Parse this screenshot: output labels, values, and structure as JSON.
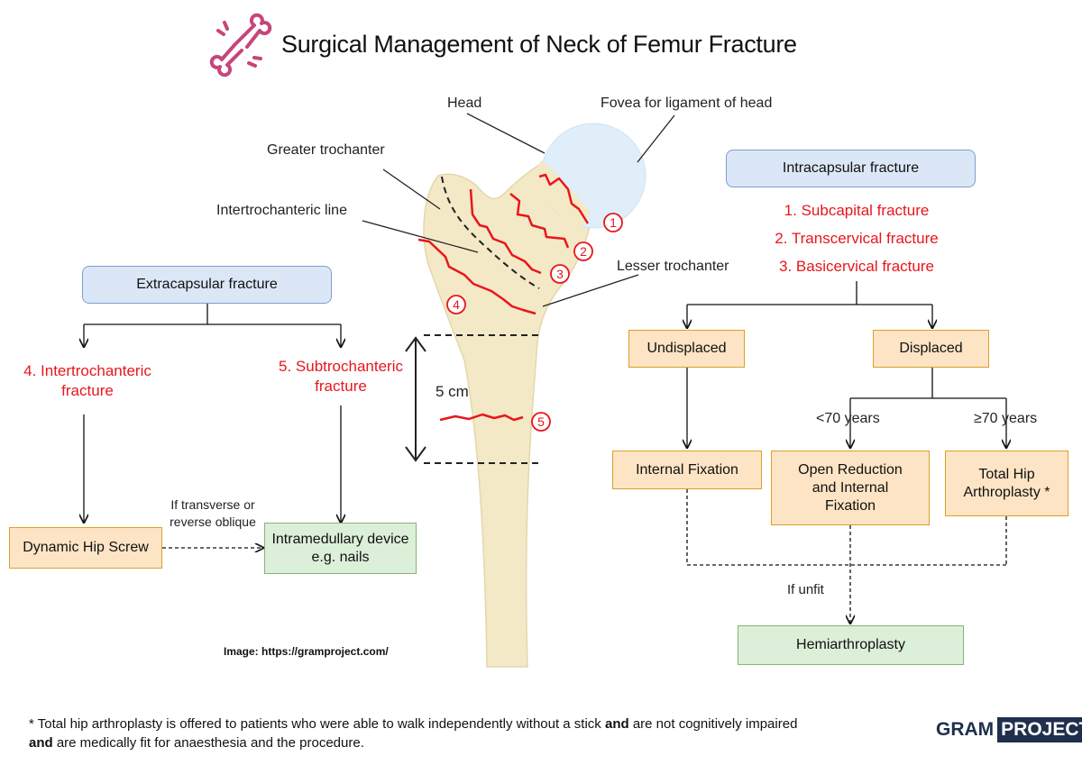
{
  "title": "Surgical Management of Neck of Femur Fracture",
  "anatomy": {
    "head": "Head",
    "fovea": "Fovea for ligament of head",
    "greater_trochanter": "Greater trochanter",
    "intertrochanteric_line": "Intertrochanteric line",
    "lesser_trochanter": "Lesser trochanter",
    "distance": "5 cm",
    "markers": [
      "1",
      "2",
      "3",
      "4",
      "5"
    ]
  },
  "extracapsular": {
    "title": "Extracapsular fracture",
    "intertrochanteric": "4. Intertrochanteric fracture",
    "subtrochanteric": "5. Subtrochanteric fracture",
    "dhs": "Dynamic Hip Screw",
    "condition": "If transverse or reverse oblique",
    "im_device": "Intramedullary device e.g. nails"
  },
  "intracapsular": {
    "title": "Intracapsular fracture",
    "types": [
      "1. Subcapital fracture",
      "2. Transcervical fracture",
      "3. Basicervical fracture"
    ],
    "undisplaced": "Undisplaced",
    "displaced": "Displaced",
    "under70": "<70 years",
    "over70": "≥70 years",
    "internal_fixation": "Internal Fixation",
    "orif": "Open Reduction and Internal Fixation",
    "tha": "Total Hip Arthroplasty *",
    "if_unfit": "If unfit",
    "hemi": "Hemiarthroplasty"
  },
  "credit": "Image: https://gramproject.com/",
  "footnote": {
    "part1": "* Total hip arthroplasty is offered to patients who were able to walk independently without a stick ",
    "and1": "and",
    "part2": " are not cognitively impaired ",
    "and2": "and",
    "part3": " are medically fit for anaesthesia and the procedure."
  },
  "brand": {
    "left": "GRAM",
    "right": "PROJECT"
  },
  "colors": {
    "fracture_red": "#e8161c",
    "bone": "#f3e9c6",
    "head": "#dfeef8"
  }
}
